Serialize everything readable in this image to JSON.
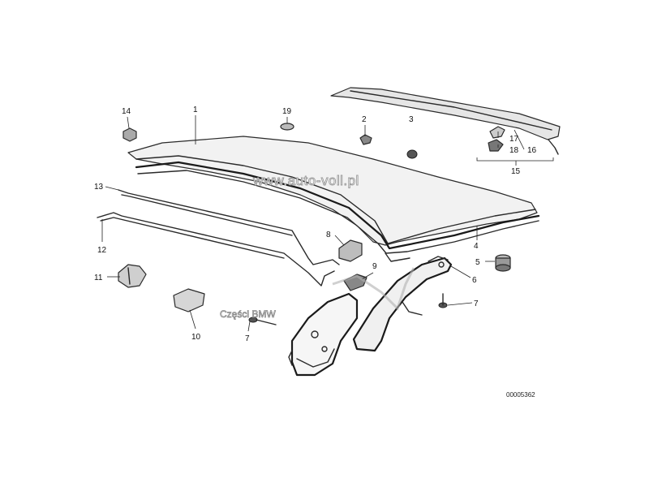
{
  "callouts": [
    {
      "id": "1",
      "label": "1"
    },
    {
      "id": "2",
      "label": "2"
    },
    {
      "id": "3",
      "label": "3"
    },
    {
      "id": "4",
      "label": "4"
    },
    {
      "id": "5",
      "label": "5"
    },
    {
      "id": "6",
      "label": "6"
    },
    {
      "id": "7a",
      "label": "7"
    },
    {
      "id": "7b",
      "label": "7"
    },
    {
      "id": "8",
      "label": "8"
    },
    {
      "id": "9",
      "label": "9"
    },
    {
      "id": "10",
      "label": "10"
    },
    {
      "id": "11",
      "label": "11"
    },
    {
      "id": "12",
      "label": "12"
    },
    {
      "id": "13",
      "label": "13"
    },
    {
      "id": "14",
      "label": "14"
    },
    {
      "id": "15",
      "label": "15"
    },
    {
      "id": "16",
      "label": "16"
    },
    {
      "id": "17",
      "label": "17"
    },
    {
      "id": "18",
      "label": "18"
    },
    {
      "id": "19",
      "label": "19"
    }
  ],
  "watermark_url": "www.auto-voll.pl",
  "watermark_brand": "Części BMW",
  "diagram_reference": "00005362"
}
